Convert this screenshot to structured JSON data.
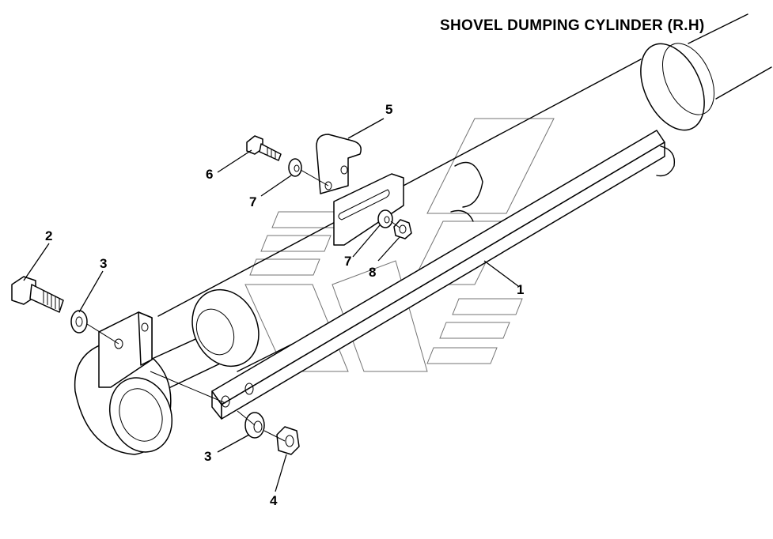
{
  "title": "SHOVEL DUMPING CYLINDER (R.H)",
  "callouts": {
    "c1": "1",
    "c2": "2",
    "c3a": "3",
    "c3b": "3",
    "c4": "4",
    "c5": "5",
    "c6": "6",
    "c7a": "7",
    "c7b": "7",
    "c8": "8"
  }
}
